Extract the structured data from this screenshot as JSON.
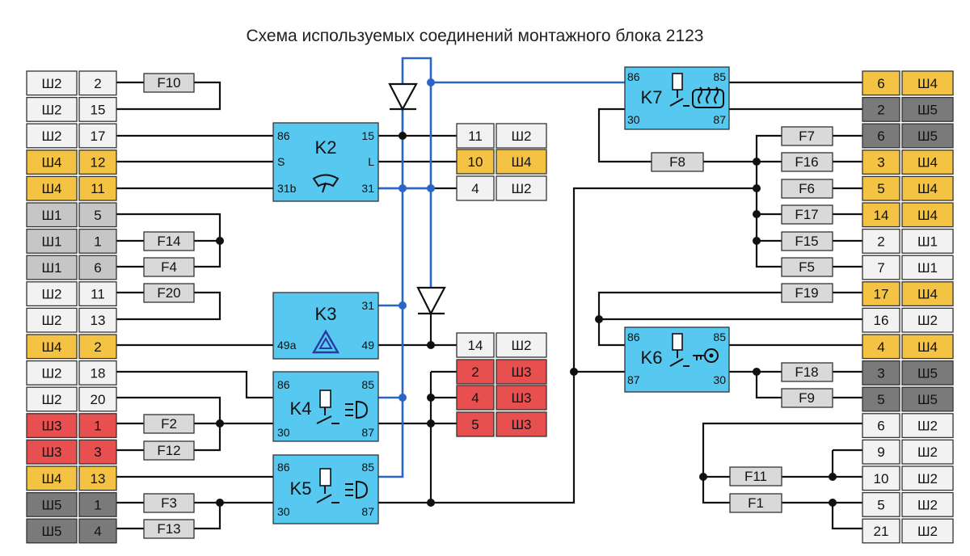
{
  "title": "Схема используемых соединений монтажного блока 2123",
  "colors": {
    "white": "#f2f2f2",
    "yellow": "#f4c343",
    "light_gray": "#c6c6c6",
    "dark_gray": "#7a7a7a",
    "red": "#e85050",
    "relay": "#57c8ef",
    "fuse": "#d9d9d9",
    "blue_wire": "#2a66c8"
  },
  "left_connectors": [
    {
      "block": "Ш2",
      "pin": "2",
      "color": "white"
    },
    {
      "block": "Ш2",
      "pin": "15",
      "color": "white"
    },
    {
      "block": "Ш2",
      "pin": "17",
      "color": "white"
    },
    {
      "block": "Ш4",
      "pin": "12",
      "color": "yellow"
    },
    {
      "block": "Ш4",
      "pin": "11",
      "color": "yellow"
    },
    {
      "block": "Ш1",
      "pin": "5",
      "color": "light_gray"
    },
    {
      "block": "Ш1",
      "pin": "1",
      "color": "light_gray"
    },
    {
      "block": "Ш1",
      "pin": "6",
      "color": "light_gray"
    },
    {
      "block": "Ш2",
      "pin": "11",
      "color": "white"
    },
    {
      "block": "Ш2",
      "pin": "13",
      "color": "white"
    },
    {
      "block": "Ш4",
      "pin": "2",
      "color": "yellow"
    },
    {
      "block": "Ш2",
      "pin": "18",
      "color": "white"
    },
    {
      "block": "Ш2",
      "pin": "20",
      "color": "white"
    },
    {
      "block": "Ш3",
      "pin": "1",
      "color": "red"
    },
    {
      "block": "Ш3",
      "pin": "3",
      "color": "red"
    },
    {
      "block": "Ш4",
      "pin": "13",
      "color": "yellow"
    },
    {
      "block": "Ш5",
      "pin": "1",
      "color": "dark_gray"
    },
    {
      "block": "Ш5",
      "pin": "4",
      "color": "dark_gray"
    }
  ],
  "right_connectors": [
    {
      "pin": "6",
      "block": "Ш4",
      "color": "yellow"
    },
    {
      "pin": "2",
      "block": "Ш5",
      "color": "dark_gray"
    },
    {
      "pin": "6",
      "block": "Ш5",
      "color": "dark_gray"
    },
    {
      "pin": "3",
      "block": "Ш4",
      "color": "yellow"
    },
    {
      "pin": "5",
      "block": "Ш4",
      "color": "yellow"
    },
    {
      "pin": "14",
      "block": "Ш4",
      "color": "yellow"
    },
    {
      "pin": "2",
      "block": "Ш1",
      "color": "white"
    },
    {
      "pin": "7",
      "block": "Ш1",
      "color": "white"
    },
    {
      "pin": "17",
      "block": "Ш4",
      "color": "yellow"
    },
    {
      "pin": "16",
      "block": "Ш2",
      "color": "white"
    },
    {
      "pin": "4",
      "block": "Ш4",
      "color": "yellow"
    },
    {
      "pin": "3",
      "block": "Ш5",
      "color": "dark_gray"
    },
    {
      "pin": "5",
      "block": "Ш5",
      "color": "dark_gray"
    },
    {
      "pin": "6",
      "block": "Ш2",
      "color": "white"
    },
    {
      "pin": "9",
      "block": "Ш2",
      "color": "white"
    },
    {
      "pin": "10",
      "block": "Ш2",
      "color": "white"
    },
    {
      "pin": "5",
      "block": "Ш2",
      "color": "white"
    },
    {
      "pin": "21",
      "block": "Ш2",
      "color": "white"
    }
  ],
  "middle_connectors": [
    {
      "pin": "11",
      "block": "Ш2",
      "color": "white"
    },
    {
      "pin": "10",
      "block": "Ш4",
      "color": "yellow"
    },
    {
      "pin": "4",
      "block": "Ш2",
      "color": "white"
    },
    {
      "pin": "14",
      "block": "Ш2",
      "color": "white"
    },
    {
      "pin": "2",
      "block": "Ш3",
      "color": "red"
    },
    {
      "pin": "4",
      "block": "Ш3",
      "color": "red"
    },
    {
      "pin": "5",
      "block": "Ш3",
      "color": "red"
    }
  ],
  "fuses": {
    "F10": "F10",
    "F14": "F14",
    "F4": "F4",
    "F20": "F20",
    "F2": "F2",
    "F12": "F12",
    "F3": "F3",
    "F13": "F13",
    "F8": "F8",
    "F7": "F7",
    "F16": "F16",
    "F6": "F6",
    "F17": "F17",
    "F15": "F15",
    "F5": "F5",
    "F19": "F19",
    "F18": "F18",
    "F9": "F9",
    "F11": "F11",
    "F1": "F1"
  },
  "relays": {
    "K2": {
      "name": "K2",
      "pins": {
        "p86": "86",
        "p15": "15",
        "pS": "S",
        "pL": "L",
        "p31b": "31b",
        "p31": "31"
      },
      "icon": "wiper-icon"
    },
    "K3": {
      "name": "K3",
      "pins": {
        "p31": "31",
        "p49a": "49a",
        "p49": "49"
      },
      "icon": "hazard-icon"
    },
    "K4": {
      "name": "K4",
      "pins": {
        "p86": "86",
        "p85": "85",
        "p30": "30",
        "p87": "87"
      },
      "icon": "headlight-icon"
    },
    "K5": {
      "name": "K5",
      "pins": {
        "p86": "86",
        "p85": "85",
        "p30": "30",
        "p87": "87"
      },
      "icon": "headlight-icon"
    },
    "K6": {
      "name": "K6",
      "pins": {
        "p86": "86",
        "p85": "85",
        "p87": "87",
        "p30": "30"
      },
      "icon": "key-icon"
    },
    "K7": {
      "name": "K7",
      "pins": {
        "p86": "86",
        "p85": "85",
        "p30": "30",
        "p87": "87"
      },
      "icon": "rear-defrost-icon"
    }
  }
}
